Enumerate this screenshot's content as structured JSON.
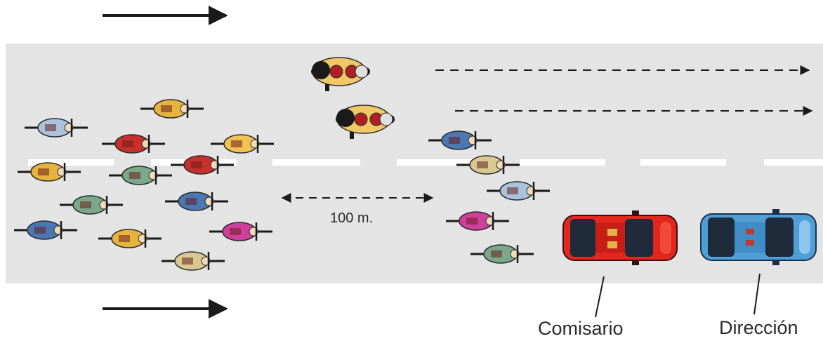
{
  "labels": {
    "distance": "100 m.",
    "commissaire_car": "Comisario",
    "direction_car": "Dirección"
  },
  "colors": {
    "road": "#e4e4e4",
    "lane_marking": "#ffffff",
    "arrow": "#1a1a1a",
    "commissaire_car": "#e3271f",
    "direction_car": "#4f9ed6",
    "cyclist_jerseys": [
      "#a9c3dc",
      "#e6b43c",
      "#c8302b",
      "#7aa88a",
      "#4a78b4",
      "#d8c990",
      "#cf3f9c",
      "#f0c250"
    ],
    "motorbike": "#f0c865"
  },
  "icons": [
    "direction-arrow-icon",
    "cyclist-icon",
    "motorbike-icon",
    "car-icon",
    "dashed-arrow-icon"
  ]
}
